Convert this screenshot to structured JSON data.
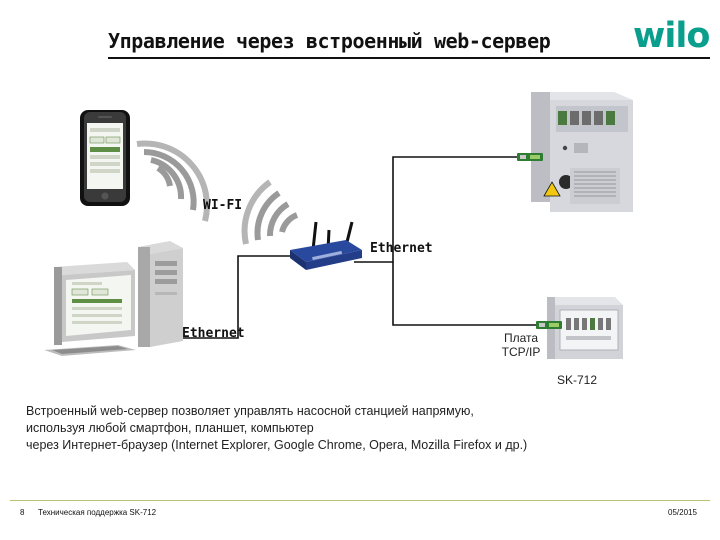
{
  "header": {
    "title": "Управление через встроенный web-сервер",
    "logo_text": "wilo",
    "logo_color": "#0a9e8d"
  },
  "diagram": {
    "wifi_label": "WI-FI",
    "ethernet_label_router": "Ethernet",
    "ethernet_label_pc": "Ethernet",
    "board_label_line1": "Плата",
    "board_label_line2": "TCP/IP",
    "model_label": "SK-712",
    "icons": [
      "smartphone-icon",
      "wifi-waves-icon",
      "desktop-pc-icon",
      "router-icon",
      "control-cabinet-icon",
      "control-panel-icon",
      "tcpip-board-icon"
    ]
  },
  "description": {
    "line1": "Встроенный web-сервер позволяет управлять насосной станцией напрямую,",
    "line2": "используя любой смартфон, планшет, компьютер",
    "line3": "через Интернет-браузер (Internet Explorer, Google Chrome, Opera, Mozilla Firefox и др.)"
  },
  "footer": {
    "page_number": "8",
    "document_title": "Техническая поддержка SK-712",
    "date": "05/2015"
  }
}
